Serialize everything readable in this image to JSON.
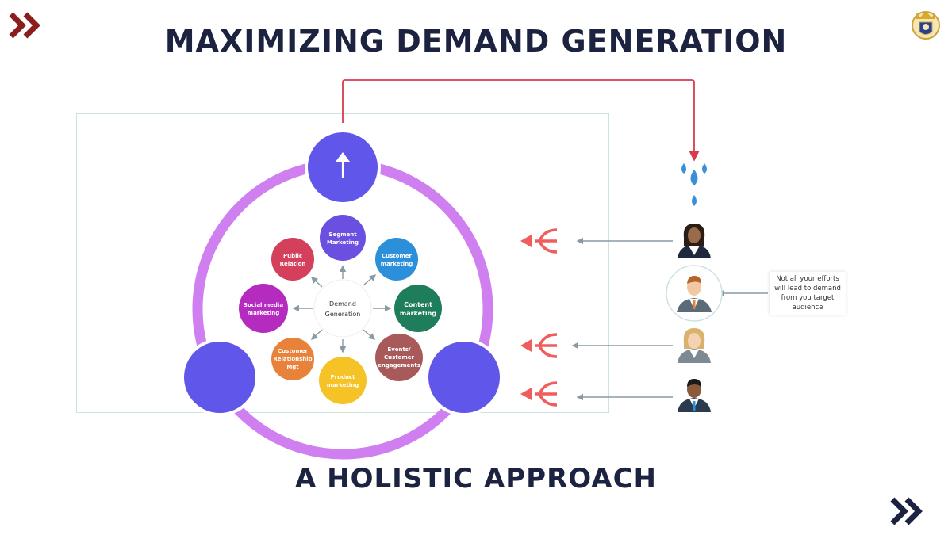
{
  "title": "MAXIMIZING DEMAND GENERATION",
  "subtitle": "A HOLISTIC APPROACH",
  "center": [
    "Demand",
    "Generation"
  ],
  "nodes": [
    {
      "lines": [
        "Segment",
        "Marketing"
      ],
      "color": "#6b4fe0"
    },
    {
      "lines": [
        "Customer",
        "marketing"
      ],
      "color": "#2b8fd9"
    },
    {
      "lines": [
        "Content",
        "marketing"
      ],
      "color": "#1e7d5a"
    },
    {
      "lines": [
        "Events/",
        "Customer",
        "engagements"
      ],
      "color": "#a85a5a"
    },
    {
      "lines": [
        "Product",
        "marketing"
      ],
      "color": "#f5c326"
    },
    {
      "lines": [
        "Customer",
        "Relationship",
        "Mgt"
      ],
      "color": "#e8813a"
    },
    {
      "lines": [
        "Social media",
        "marketing"
      ],
      "color": "#b52bbf"
    },
    {
      "lines": [
        "Public",
        "Relation"
      ],
      "color": "#d43f5c"
    }
  ],
  "note": "Not all your efforts will lead to demand from you target audience",
  "colors": {
    "title": "#1c2340",
    "ring": "#d07ff0",
    "hub": "#6156ea",
    "arrow_red": "#ef5d5d",
    "chevron_red": "#8c1d1d",
    "chevron_navy": "#1c2340"
  },
  "icons": [
    "double-chevron-icon",
    "upload-arrow-icon",
    "water-drops-icon",
    "person-icon",
    "crest-logo-icon"
  ]
}
